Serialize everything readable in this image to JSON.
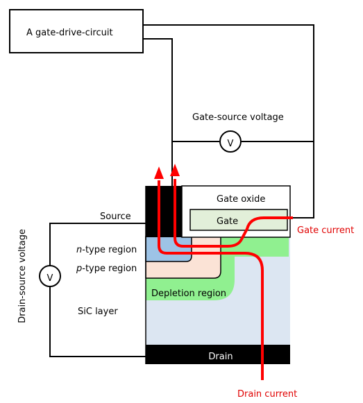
{
  "labels": {
    "gate_drive_circuit": "A gate-drive-circuit",
    "gate_source_voltage": "Gate-source voltage",
    "gate_oxide": "Gate oxide",
    "gate": "Gate",
    "gate_current": "Gate current",
    "source": "Source",
    "n_region_italic": "n",
    "n_region_rest": "-type region",
    "p_region_italic": "p",
    "p_region_rest": "-type region",
    "depletion_region": "Depletion region",
    "sic_layer": "SiC layer",
    "drain": "Drain",
    "drain_current": "Drain current",
    "drain_source_voltage": "Drain-source voltage",
    "voltmeter_symbol_top": "V",
    "voltmeter_symbol_left": "V"
  },
  "colors": {
    "sic_layer": "#dce6f2",
    "depletion": "#90f090",
    "p_region": "#fbe3d6",
    "n_region": "#9dc3e6",
    "gate_fill": "#e2efd9",
    "gate_oxide_fill": "#ffffff",
    "metal": "#000000",
    "current": "#ff0000",
    "current_label": "#e00000"
  },
  "icons": {
    "voltmeter": "circle-with-v"
  }
}
